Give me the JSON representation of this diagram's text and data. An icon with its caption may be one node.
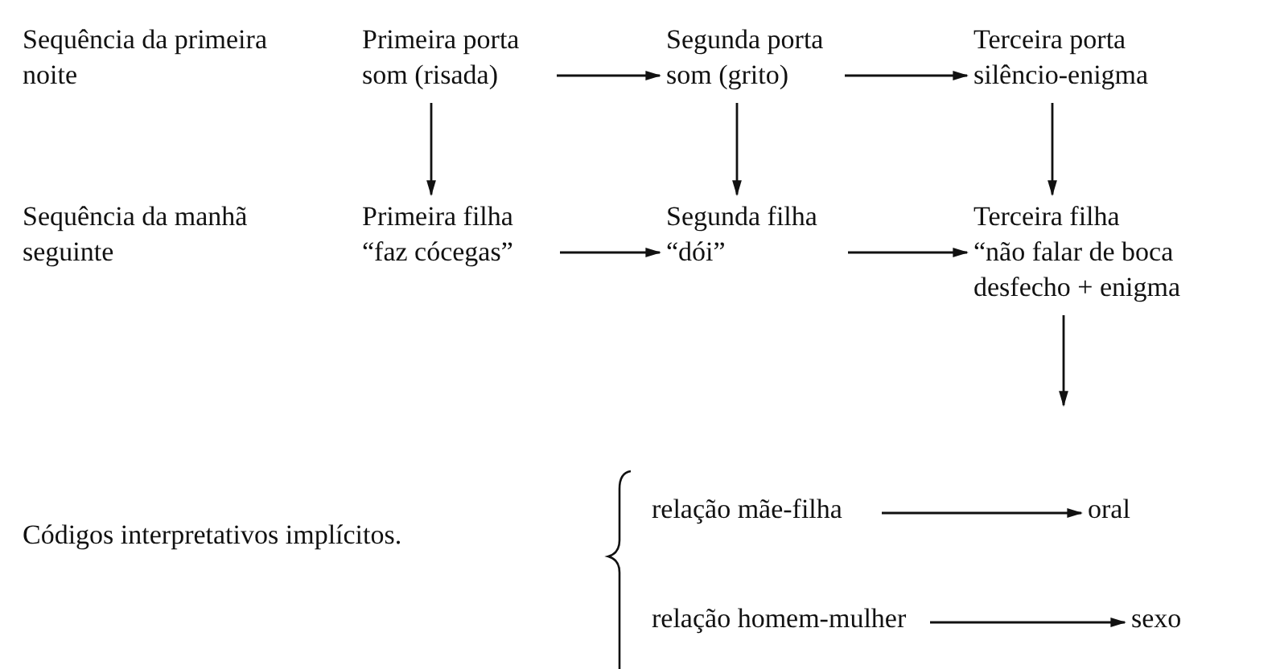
{
  "diagram": {
    "nodes": [
      {
        "text": [
          "Primeira porta",
          "som (risada)"
        ]
      },
      {
        "text": [
          "Segunda porta",
          "som (grito)"
        ]
      },
      {
        "text": [
          "Terceira porta",
          "silêncio-enigma"
        ]
      },
      {
        "text": [
          "Primeira filha",
          "“faz cócegas”"
        ]
      },
      {
        "text": [
          "Segunda filha",
          "“dói”"
        ]
      },
      {
        "text": [
          "Terceira filha",
          "“não falar de boca",
          "desfecho + enigma"
        ]
      },
      {
        "text": [
          "relação mãe-filha"
        ]
      },
      {
        "text": [
          "oral"
        ]
      },
      {
        "text": [
          "relação homem-mulher"
        ]
      },
      {
        "text": [
          "sexo"
        ]
      }
    ],
    "edges": [
      {
        "from": 0,
        "to": 1,
        "arrow": "to"
      },
      {
        "from": 1,
        "to": 2,
        "arrow": "to"
      },
      {
        "from": 0,
        "to": 3,
        "arrow": "to"
      },
      {
        "from": 1,
        "to": 4,
        "arrow": "to"
      },
      {
        "from": 2,
        "to": 5,
        "arrow": "to"
      },
      {
        "from": 3,
        "to": 4,
        "arrow": "to"
      },
      {
        "from": 4,
        "to": 5,
        "arrow": "to"
      },
      {
        "from": 5,
        "to": null,
        "arrow": "to"
      },
      {
        "from": 6,
        "to": 7,
        "arrow": "to"
      },
      {
        "from": 8,
        "to": 9,
        "arrow": "to"
      }
    ],
    "labels": [
      "Sequência da primeira noite",
      "Sequência da manhã seguinte",
      "Códigos interpretativos implícitos."
    ]
  }
}
